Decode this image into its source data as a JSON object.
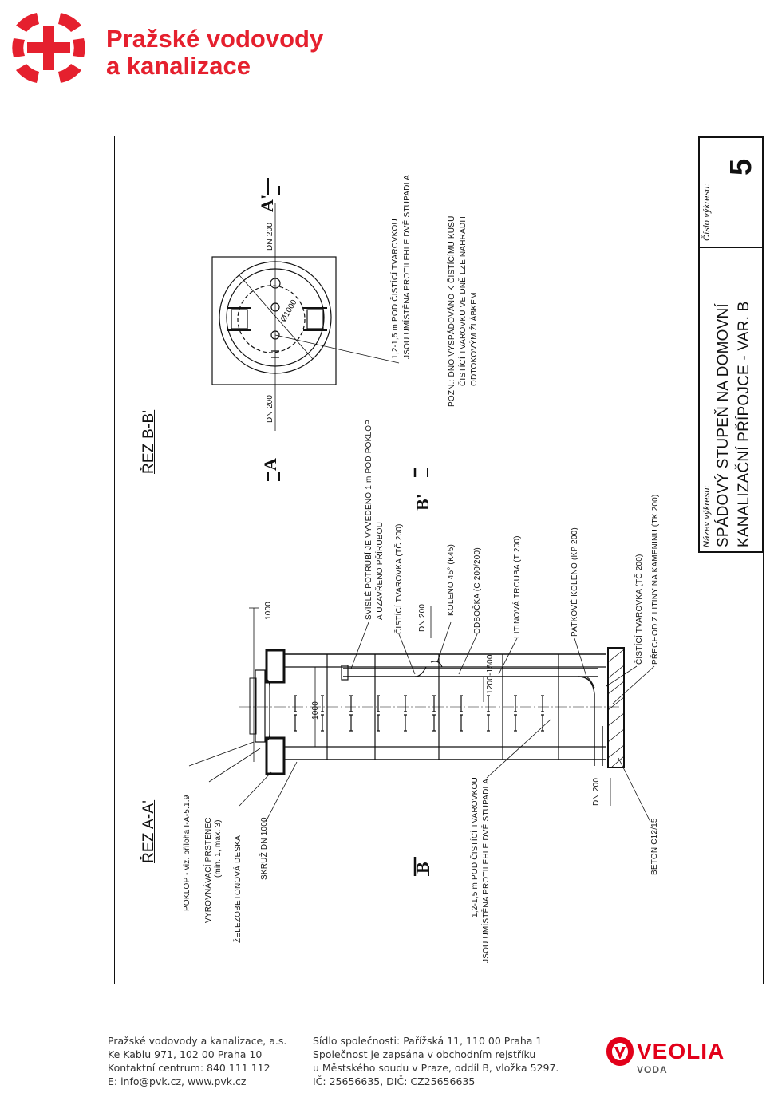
{
  "header": {
    "company_line1": "Pražské vodovody",
    "company_line2": "a kanalizace"
  },
  "drawing": {
    "section_aa_title": "ŘEZ A-A'",
    "section_bb_title": "ŘEZ B-B'",
    "marker_b": "B",
    "marker_b_prime": "B'",
    "marker_a": "A",
    "marker_a_prime": "A'",
    "labels_left": [
      "POKLOP - viz. příloha I-A-5.1.9",
      "VYROVNÁVACÍ PRSTENEC",
      "(min. 1, max. 3)",
      "ŽELEZOBETONOVÁ DESKA",
      "SKRUŽ DN 1000",
      "1,2-1,5 m POD ČISTÍCÍ TVAROVKOU",
      "JSOU UMÍSTĚNA PROTILEHLE DVĚ STUPADLA",
      "BETON C12/15"
    ],
    "labels_right": [
      "SVISLÉ POTRUBÍ JE VYVEDENO 1 m POD POKLOP",
      "A UZAVŘENO PŘÍRUBOU",
      "ČISTÍCÍ TVAROVKA (TČ 200)",
      "KOLENO 45° (K45)",
      "ODBOČKA (C 200/200)",
      "LITINOVÁ TROUBA (T 200)",
      "PATKOVÉ KOLENO (KP 200)",
      "ČISTÍCÍ TVAROVKA (TČ 200)",
      "PŘECHOD Z LITINY NA KAMENINU (TK 200)"
    ],
    "dimensions": {
      "width_1000": "1000",
      "inner_1000": "1000",
      "depth": "1200-1500",
      "dn_upper": "DN 200",
      "dn_lower": "DN 200",
      "dn_plan_left": "DN 200",
      "dn_plan_right": "DN 200",
      "plan_diameter": "Ø1000"
    },
    "plan_notes": [
      "1,2-1,5 m POD ČISTÍCÍ TVAROVKOU",
      "JSOU UMÍSTĚNA PROTILEHLE DVĚ STUPADLA"
    ],
    "poz_notes": [
      "POZN.: DNO VYSPÁDOVÁNO K ČISTÍCÍMU KUSU",
      "ČISTÍCÍ TVAROVKU VE DNĚ LZE NAHRADIT",
      "ODTOKOVÝM ŽLÁBKEM"
    ]
  },
  "title_block": {
    "name_label": "Název výkresu:",
    "name_line1": "SPÁDOVÝ STUPEŇ NA DOMOVNÍ",
    "name_line2": "KANALIZAČNÍ PŘÍPOJCE - VAR. B",
    "number_label": "Číslo výkresu:",
    "number": "5"
  },
  "footer": {
    "left": [
      "Pražské vodovody a kanalizace, a.s.",
      "Ke Kablu 971, 102 00 Praha 10",
      "Kontaktní centrum: 840 111 112",
      "E: info@pvk.cz, www.pvk.cz"
    ],
    "right": [
      "Sídlo společnosti: Pařížská 11, 110 00  Praha 1",
      "Společnost je zapsána v obchodním rejstříku",
      "u Městského soudu v Praze, oddíl B, vložka 5297.",
      "IČ: 25656635, DIČ: CZ25656635"
    ],
    "veolia_name": "VEOLIA",
    "veolia_sub": "VODA"
  },
  "colors": {
    "brand_red": "#e5202e",
    "veolia_red": "#e2001a",
    "drawing_line": "#111111"
  },
  "icons": [
    "pvk-logo-icon",
    "veolia-logo-icon"
  ]
}
